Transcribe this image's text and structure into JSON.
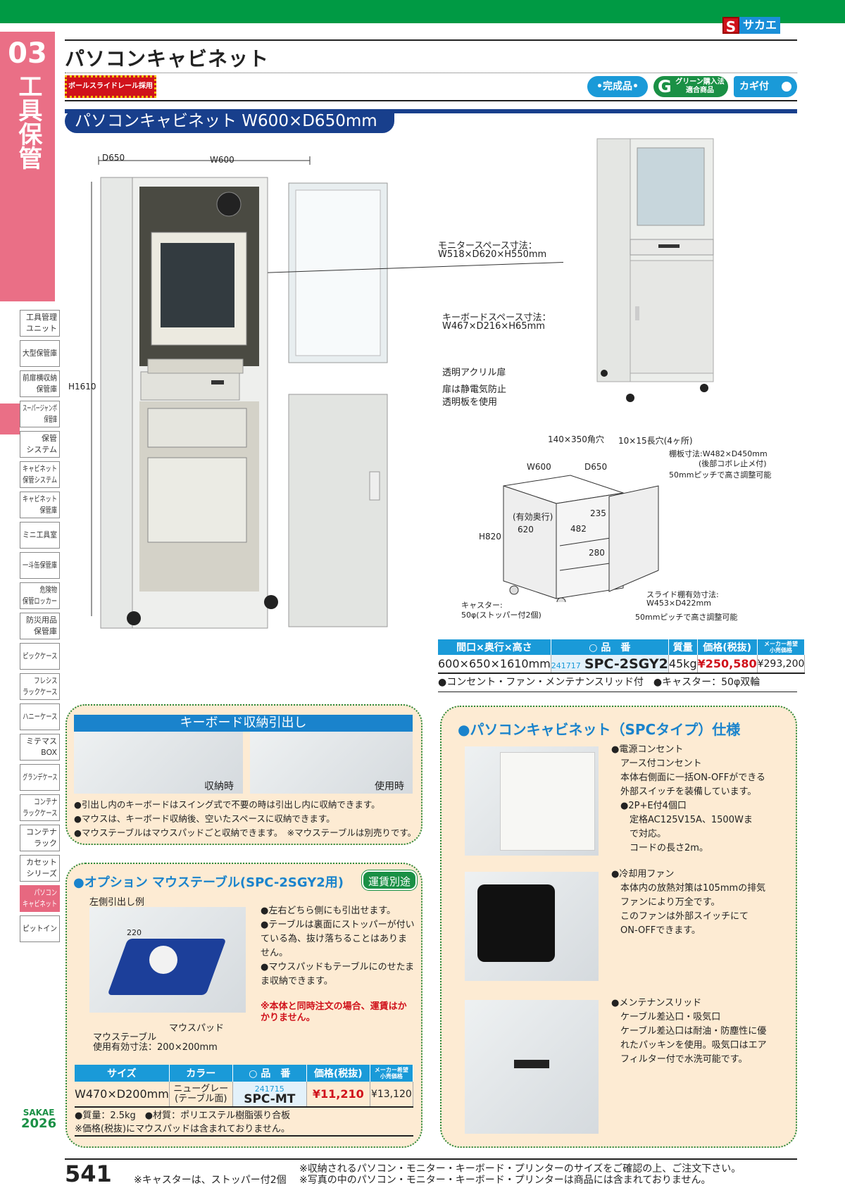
{
  "brand": {
    "logo_letter": "S",
    "logo_text": "サカエ"
  },
  "chapter": {
    "number": "03",
    "category": "工具保管"
  },
  "sidebar": {
    "items": [
      {
        "label": "工具管理\nユニット"
      },
      {
        "label": "大型保管庫"
      },
      {
        "label": "前扉横収納\n保管庫"
      },
      {
        "label": "スーパージャンボ\n保管庫"
      },
      {
        "label": "保管\nシステム"
      },
      {
        "label": "キャビネット\n保管システム"
      },
      {
        "label": "キャビネット\n保管庫"
      },
      {
        "label": "ミニ工具室"
      },
      {
        "label": "一斗缶保管庫"
      },
      {
        "label": "危険物\n保管ロッカー"
      },
      {
        "label": "防災用品\n保管庫"
      },
      {
        "label": "ピックケース"
      },
      {
        "label": "フレシス\nラックケース"
      },
      {
        "label": "ハニーケース"
      },
      {
        "label": "ミテマス\nBOX"
      },
      {
        "label": "グランデケース"
      },
      {
        "label": "コンテナ\nラックケース"
      },
      {
        "label": "コンテナ\nラック"
      },
      {
        "label": "カセット\nシリーズ"
      },
      {
        "label": "パソコン\nキャビネット",
        "active": true
      },
      {
        "label": "ピットイン"
      }
    ]
  },
  "page": {
    "title": "パソコンキャビネット",
    "rail_badge": "ボールスライドレール採用",
    "badges": {
      "complete": "•完成品•",
      "green_letter": "G",
      "green": "グリーン購入法 適合商品",
      "key": "カギ付"
    },
    "section_heading": "パソコンキャビネット W600×D650mm"
  },
  "main_figure": {
    "d": "D650",
    "w": "W600",
    "h": "H1610",
    "monitor_label": "モニタースペース寸法：",
    "monitor_dims": "W518×D620×H550mm",
    "keyboard_label": "キーボードスペース寸法：",
    "keyboard_dims": "W467×D216×H65mm",
    "door_label": "透明アクリル扉",
    "door_note1": "扉は静電気防止",
    "door_note2": "透明板を使用"
  },
  "diagram": {
    "hole": "140×350角穴",
    "slot": "10×15長穴(4ヶ所)",
    "w": "W600",
    "d": "D650",
    "h": "H820",
    "depth_label": "(有効奥行)",
    "depth": "620",
    "width": "482",
    "upper": "235",
    "lower": "280",
    "shelf": "棚板寸法:W482×D450mm",
    "shelf_note": "(後部コボレ止メ付)",
    "pitch1": "50mmピッチで高さ調整可能",
    "slide": "スライド棚有効寸法:",
    "slide_dims": "W453×D422mm",
    "pitch2": "50mmピッチで高さ調整可能",
    "caster": "キャスター:",
    "caster_note": "50φ(ストッパー付2個)"
  },
  "product_table": {
    "headers": [
      "間口×奥行×高さ",
      "○ 品　番",
      "質量",
      "価格(税抜)",
      "メーカー希望",
      "小売価格"
    ],
    "row": {
      "size": "600×650×1610mm",
      "code": "241717",
      "part": "SPC-2SGY2",
      "weight": "45kg",
      "price": "¥250,580",
      "msrp": "¥293,200"
    },
    "note": "●コンセント・ファン・メンテナンスリッド付　●キャスター：50φ双輪"
  },
  "keyboard_panel": {
    "title": "キーボード収納引出し",
    "stored": "収納時",
    "in_use": "使用時",
    "notes": [
      "●引出し内のキーボードはスイング式で不要の時は引出し内に収納できます。",
      "●マウスは、キーボード収納後、空いたスペースに収納できます。",
      "●マウステーブルはマウスパッドごと収納できます。　※マウステーブルは別売りです。"
    ]
  },
  "option_panel": {
    "title": "●オプション マウステーブル(SPC-2SGY2用)",
    "shipping_badge": "運賃別途",
    "example": "左側引出し例",
    "dim": "220",
    "pad_label": "マウスパッド",
    "table_label": "マウステーブル",
    "table_dims": "使用有効寸法：200×200mm",
    "bullets": [
      "●左右どちら側にも引出せます。",
      "●テーブルは裏面にストッパーが付いている為、抜け落ちることはありません。",
      "●マウスパッドもテーブルにのせたまま収納できます。"
    ],
    "red_note": "※本体と同時注文の場合、運賃はかかりません。",
    "table": {
      "headers": [
        "サイズ",
        "カラー",
        "○ 品　番",
        "価格(税抜)",
        "メーカー希望",
        "小売価格"
      ],
      "row": {
        "size": "W470×D200mm",
        "color1": "ニューグレー",
        "color2": "(テーブル面)",
        "code": "241715",
        "part": "SPC-MT",
        "price": "¥11,210",
        "msrp": "¥13,120"
      }
    },
    "notes": [
      "●質量：2.5kg　●材質：ポリエステル樹脂張り合板",
      "※価格(税抜)にマウスパッドは含まれておりません。"
    ]
  },
  "spec_panel": {
    "title": "●パソコンキャビネット（SPCタイプ）仕様",
    "outlet": "●電源コンセント\n　アース付コンセント\n　本体右側面に一括ON-OFFができる\n　外部スイッチを装備しています。\n　●2P+E付4個口\n　　定格AC125V15A、1500Wま\n　　で対応。\n　　コードの長さ2m。",
    "fan": "●冷却用ファン\n　本体内の放熱対策は105mmの排気\n　ファンにより万全です。\n　このファンは外部スイッチにて\n　ON-OFFできます。",
    "lid": "●メンテナンスリッド\n　ケーブル差込口・吸気口\n　ケーブル差込口は耐油・防塵性に優\n　れたパッキンを使用。吸気口はエア\n　フィルター付で水洗可能です。"
  },
  "footer": {
    "brand": "SAKAE",
    "year": "2026",
    "page_number": "541",
    "caster_note": "※キャスターは、ストッパー付2個",
    "note1": "※収納されるパソコン・モニター・キーボード・プリンターのサイズをご確認の上、ご注文下さい。",
    "note2": "※写真の中のパソコン・モニター・キーボード・プリンターは商品には含まれておりません。"
  },
  "colors": {
    "green": "#009a44",
    "pink": "#ea6f86",
    "navy": "#183f8c",
    "blue": "#1a9ad8",
    "red": "#d0121b",
    "panel": "#fdebd3"
  }
}
